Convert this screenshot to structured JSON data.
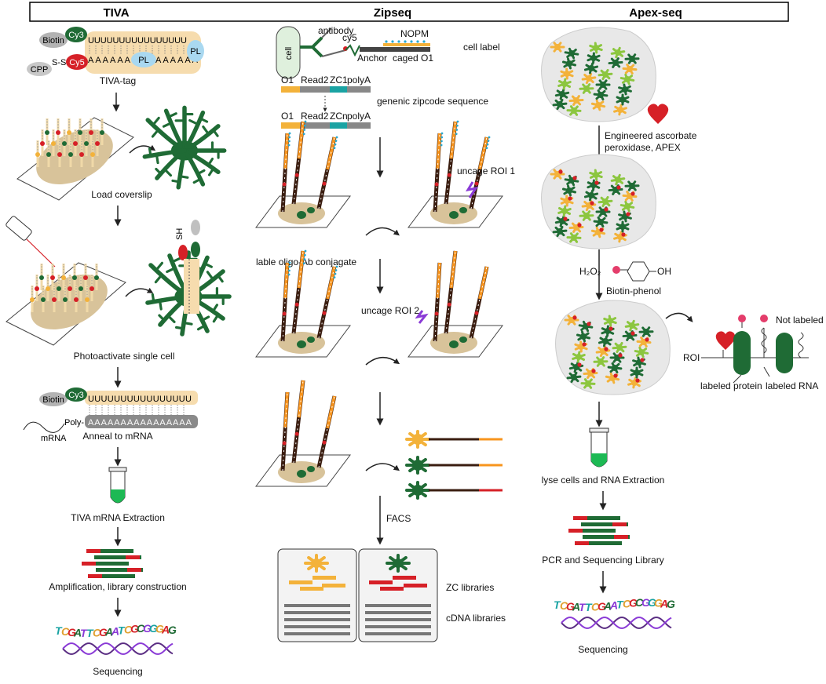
{
  "headers": {
    "tiva": "TIVA",
    "zipseq": "Zipseq",
    "apexseq": "Apex-seq"
  },
  "tiva": {
    "tag": {
      "biotin": "Biotin",
      "cy3": "Cy3",
      "cy5": "Cy5",
      "cpp": "CPP",
      "ss": "S-S-",
      "u_strand": "UUUUUUUUUUUUUUUU",
      "a_strand": "AAAAAA",
      "a_strand2": "AAAAAA",
      "pl1": "PL",
      "pl2": "PL",
      "caption": "TIVA-tag"
    },
    "load": "Load coverslip",
    "photo": "Photoactivate single cell",
    "sh_label": "SH",
    "anneal": {
      "biotin": "Biotin",
      "cy3": "Cy3",
      "u_strand": "UUUUUUUUUUUUUUUU",
      "poly": "Poly-",
      "a_strand": "AAAAAAAAAAAAAAAA",
      "mrna": "mRNA",
      "caption": "Anneal to mRNA"
    },
    "extraction": "TIVA mRNA Extraction",
    "amplification": "Amplification, library construction",
    "sequencing": "Sequencing",
    "seq_letters": "TCGATTCGAATCGCGGGAG"
  },
  "zipseq": {
    "label": {
      "cell": "cell",
      "antibody": "antibody",
      "cy5": "cy5",
      "nopm": "NOPM",
      "anchor": "Anchor",
      "caged": "caged O1",
      "caption": "cell label"
    },
    "zip1": {
      "o1": "O1",
      "read2": "Read2",
      "zc": "ZC1",
      "polya": "polyA"
    },
    "zip2": {
      "o1": "O1",
      "read2": "Read2",
      "zc": "ZCn",
      "polya": "polyA"
    },
    "generic": "genenic zipcode sequence",
    "uncage1": "uncage ROI 1",
    "conjugate": "lable oligo-Ab conjagate",
    "uncage2": "uncage ROI 2",
    "facs": "FACS",
    "zc_lib": "ZC libraries",
    "cdna_lib": "cDNA libraries"
  },
  "apex": {
    "apex_label": "Engineered ascorbate peroxidase, APEX",
    "apex_line1": "Engineered ascorbate",
    "apex_line2": "peroxidase, APEX",
    "h2o2": "H₂O₂",
    "oh": "OH",
    "biotin_phenol": "Biotin-phenol",
    "roi": "ROI",
    "not_labeled": "Not labeled",
    "labeled_protein": "labeled protein",
    "labeled_rna": "labeled RNA",
    "lyse": "lyse cells and RNA Extraction",
    "pcr": "PCR and Sequencing Library",
    "sequencing": "Sequencing",
    "seq_letters": "TCGATTCGAATCGCGGGAG"
  },
  "colors": {
    "green": "#1f6b35",
    "yellow": "#f3b23a",
    "lightgreen": "#8cc63f",
    "red": "#d62027",
    "tan": "#e8c891",
    "blue": "#a9d8f0",
    "gray": "#b3b3b3",
    "orange": "#f7941d",
    "teal": "#1aa3a3",
    "pink": "#e43d6b"
  }
}
